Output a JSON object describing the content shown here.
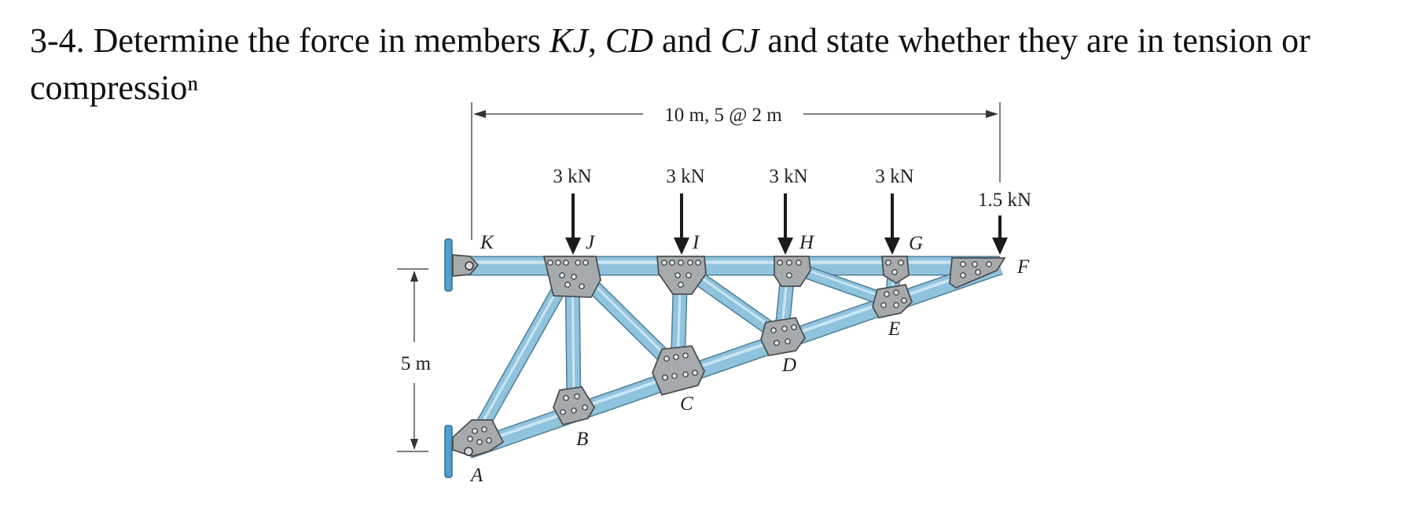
{
  "problem": {
    "number": "3-4.",
    "pre_text": " Determine the force in members ",
    "member_1": "KJ",
    "sep_1": ", ",
    "member_2": "CD",
    "sep_2": " and ",
    "member_3": "CJ",
    "post_text": " and state whether they are in tension or compressio",
    "tail_glyph": "ⁿ"
  },
  "figure": {
    "span_dimension": "10 m, 5 @ 2 m",
    "height_dimension": "5 m",
    "loads": [
      {
        "joint": "J",
        "label": "3 kN"
      },
      {
        "joint": "I",
        "label": "3 kN"
      },
      {
        "joint": "H",
        "label": "3 kN"
      },
      {
        "joint": "G",
        "label": "3 kN"
      },
      {
        "joint": "F",
        "label": "1.5 kN"
      }
    ],
    "joints": {
      "K": "K",
      "J": "J",
      "I": "I",
      "H": "H",
      "G": "G",
      "F": "F",
      "A": "A",
      "B": "B",
      "C": "C",
      "D": "D",
      "E": "E"
    },
    "colors": {
      "member": "#8fc3de",
      "member_edge": "#4f7f97",
      "gusset": "#a7aaad",
      "gusset_edge": "#4c4f52",
      "support": "#4f9fcf",
      "arrow": "#1b1b1b"
    }
  }
}
